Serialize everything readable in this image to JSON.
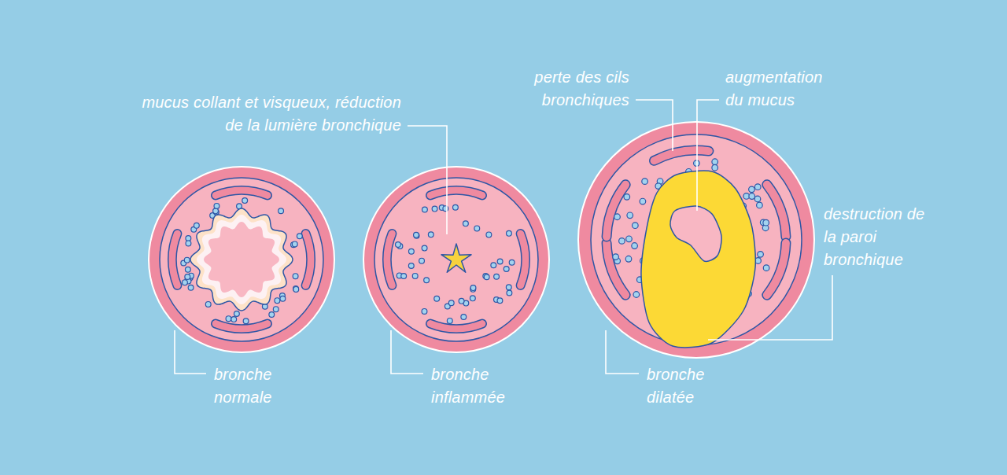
{
  "diagram": {
    "labels": [
      "mucus collant et visqueux, réduction de la lumière bronchique",
      "perte des cils bronchiques",
      "augmentation du mucus",
      "destruction de la paroi bronchique",
      "bronche normale",
      "bronche inflammée",
      "bronche dilatée"
    ]
  }
}
